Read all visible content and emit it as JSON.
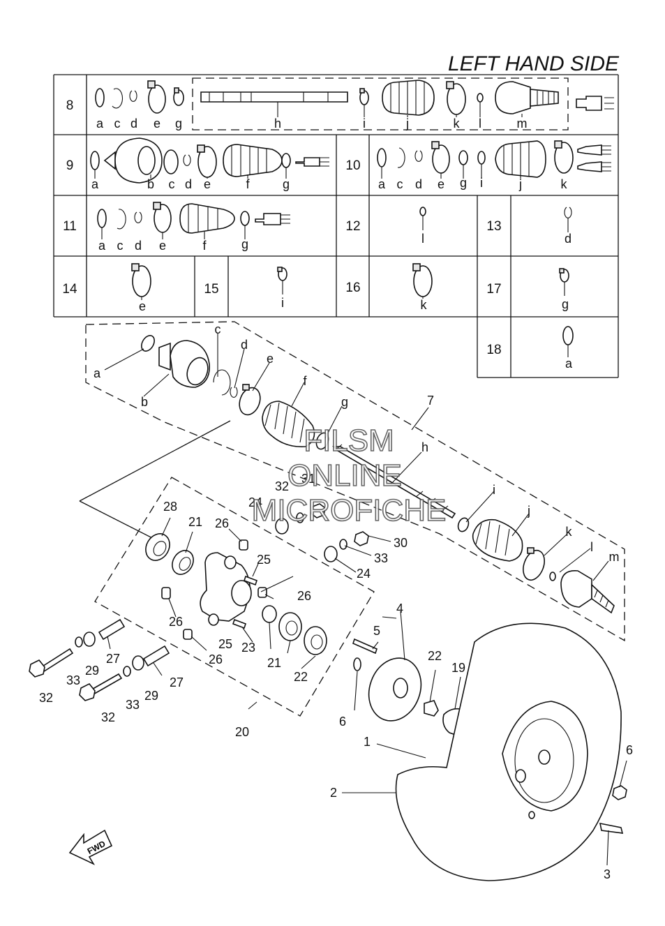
{
  "title": "LEFT HAND SIDE",
  "watermark": [
    "FILSM",
    "ONLINE",
    "MICROFICHE"
  ],
  "fwd_label": "FWD",
  "table_rows": [
    {
      "num": "8",
      "letters": [
        "a",
        "c",
        "d",
        "e",
        "g",
        "h",
        "i",
        "j",
        "k",
        "l",
        "m"
      ]
    },
    {
      "num": "9",
      "letters": [
        "a",
        "b",
        "c",
        "d",
        "e",
        "f",
        "g"
      ]
    },
    {
      "num": "10",
      "letters": [
        "a",
        "c",
        "d",
        "e",
        "g",
        "i",
        "j",
        "k"
      ]
    },
    {
      "num": "11",
      "letters": [
        "a",
        "c",
        "d",
        "e",
        "f",
        "g"
      ]
    },
    {
      "num": "12",
      "letters": [
        "l"
      ]
    },
    {
      "num": "13",
      "letters": [
        "d"
      ]
    },
    {
      "num": "14",
      "letters": [
        "e"
      ]
    },
    {
      "num": "15",
      "letters": [
        "i"
      ]
    },
    {
      "num": "16",
      "letters": [
        "k"
      ]
    },
    {
      "num": "17",
      "letters": [
        "g"
      ]
    },
    {
      "num": "18",
      "letters": [
        "a"
      ]
    }
  ],
  "callouts": [
    "1",
    "2",
    "3",
    "4",
    "5",
    "6",
    "7",
    "19",
    "20",
    "21",
    "22",
    "23",
    "24",
    "25",
    "26",
    "27",
    "28",
    "29",
    "30",
    "31",
    "32",
    "33",
    "a",
    "b",
    "c",
    "d",
    "e",
    "f",
    "g",
    "h",
    "i",
    "j",
    "k",
    "l",
    "m"
  ]
}
